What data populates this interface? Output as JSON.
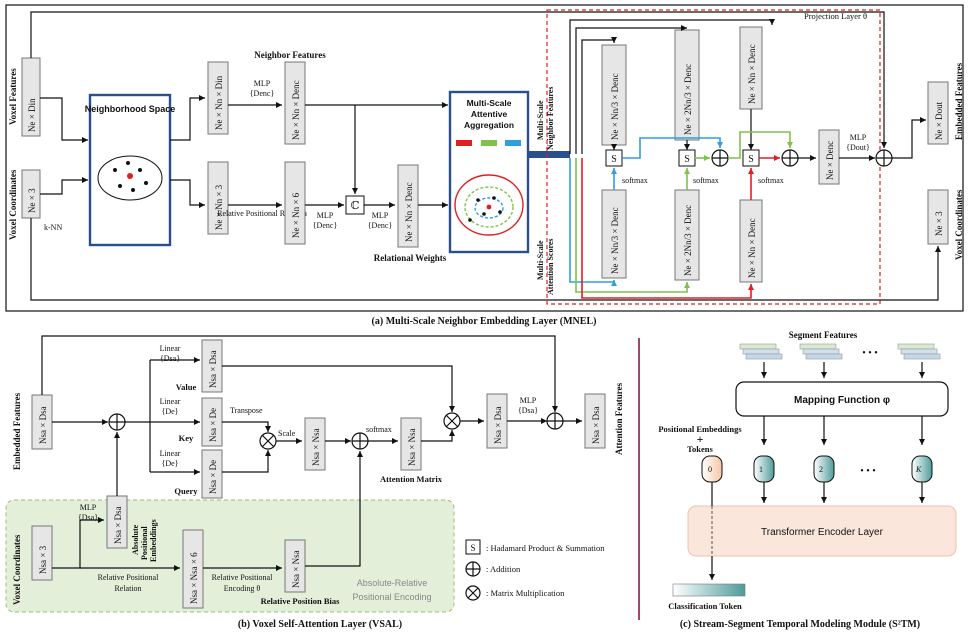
{
  "mnel": {
    "caption": "(a) Multi-Scale Neighbor Embedding Layer (MNEL)",
    "voxel_features": "Voxel Features",
    "voxel_coordinates": "Voxel Coordinates",
    "ne_din": "Ne × Din",
    "ne_3": "Ne × 3",
    "knn": "k-NN",
    "neighborhood_space": "Neighborhood Space",
    "neighbor_features": "Neighbor Features",
    "nn_din": "Ne × Nn × Din",
    "mlp": "MLP",
    "d_enc": "{Denc}",
    "nn_denc": "Ne × Nn × Denc",
    "nn_3": "Ne × Nn × 3",
    "relative_positional_relation": "Relative Positional Relation",
    "nn_6": "Ne × Nn × 6",
    "concat": "ℂ",
    "relational_weights": "Relational Weights",
    "msaa": "Multi-Scale Attentive Aggregation",
    "ms_neighbor_features": "Multi-Scale Neighbor Features",
    "ms_attention_scores": "Multi-Scale Attention Scores",
    "frac1": "Ne × Nn/3 × Denc",
    "frac2": "Ne × 2Nn/3 × Denc",
    "full": "Ne × Nn × Denc",
    "softmax": "softmax",
    "ne_denc": "Ne × Denc",
    "d_out": "{Dout}",
    "ne_dout": "Ne × Dout",
    "projection_layer": "Projection Layer θ",
    "embedded_features": "Embedded Features"
  },
  "vsal": {
    "caption": "(b) Voxel Self-Attention Layer (VSAL)",
    "embedded_features": "Embedded Features",
    "nsa_dsa": "Nsa × Dsa",
    "linear": "Linear",
    "d_sa": "{Dsa}",
    "d_e": "{De}",
    "value": "Value",
    "key": "Key",
    "query": "Query",
    "nsa_de": "Nsa × De",
    "transpose": "Transpose",
    "scale": "Scale",
    "nsa_nsa": "Nsa × Nsa",
    "softmax": "softmax",
    "attention_matrix": "Attention Matrix",
    "mlp": "MLP",
    "attention_features": "Attention Features",
    "voxel_coordinates": "Voxel Coordinates",
    "nsa_3": "Nsa × 3",
    "abs_pos_emb": "Absolute Positional Embeddings",
    "rel_pos_relation": "Relative Positional Relation",
    "nsa_nsa_6": "Nsa × Nsa × 6",
    "rel_pos_encoding": "Relative Positional Encoding θ",
    "rel_pos_bias": "Relative Position Bias",
    "abs_rel_pe": "Absolute-Relative Positional Encoding"
  },
  "legend": {
    "hadamard_symbol": "S",
    "hadamard": ": Hadamard Product & Summation",
    "addition": ": Addition",
    "matmul": ": Matrix Multiplication"
  },
  "s2tm": {
    "caption": "(c) Stream-Segment Temporal Modeling Module (S²TM)",
    "segment_features": "Segment Features",
    "mapping_function": "Mapping Function φ",
    "positional_embeddings": "Positional Embeddings",
    "tokens": "Tokens",
    "token_labels": [
      "0",
      "1",
      "2",
      "K"
    ],
    "ellipsis": "• • •",
    "transformer_encoder": "Transformer Encoder Layer",
    "classification_token": "Classification Token"
  },
  "colors": {
    "blue": "#2f9fe0",
    "green": "#7ec24a",
    "red": "#e02020",
    "navy": "#2b4e8c",
    "pe_bg": "#e4efd9",
    "divider": "#8b1a3a",
    "encoder_bg": "#fbe6dc",
    "token_orange": "#f5c6a6",
    "token_teal": "#4f9c9a"
  }
}
